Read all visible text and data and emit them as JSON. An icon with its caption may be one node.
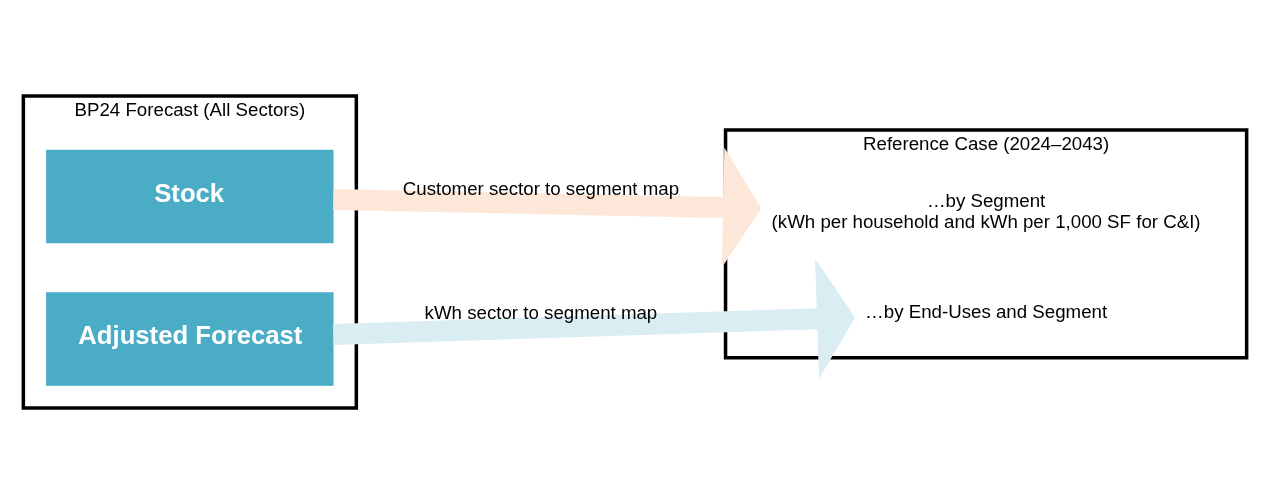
{
  "diagram": {
    "nodes": [
      {
        "text": [
          "BP24 Forecast (All Sectors)"
        ]
      },
      {
        "text": [
          "Stock"
        ],
        "in": 0
      },
      {
        "text": [
          "Adjusted Forecast"
        ],
        "in": 0
      },
      {
        "text": [
          "Reference Case (2024–2043)"
        ]
      },
      {
        "text": [
          "…by Segment",
          "(kWh per household and kWh per 1,000 SF for C&I)"
        ],
        "in": 3
      },
      {
        "text": [
          "…by End-Uses and Segment"
        ],
        "in": 3
      }
    ],
    "edges": [
      {
        "from": 1,
        "to": 4,
        "arrow": "to",
        "label": "Customer sector to segment map",
        "color": "#fde7d8"
      },
      {
        "from": 2,
        "to": 5,
        "arrow": "to",
        "label": "kWh sector to segment map",
        "color": "#daedf2"
      }
    ]
  }
}
